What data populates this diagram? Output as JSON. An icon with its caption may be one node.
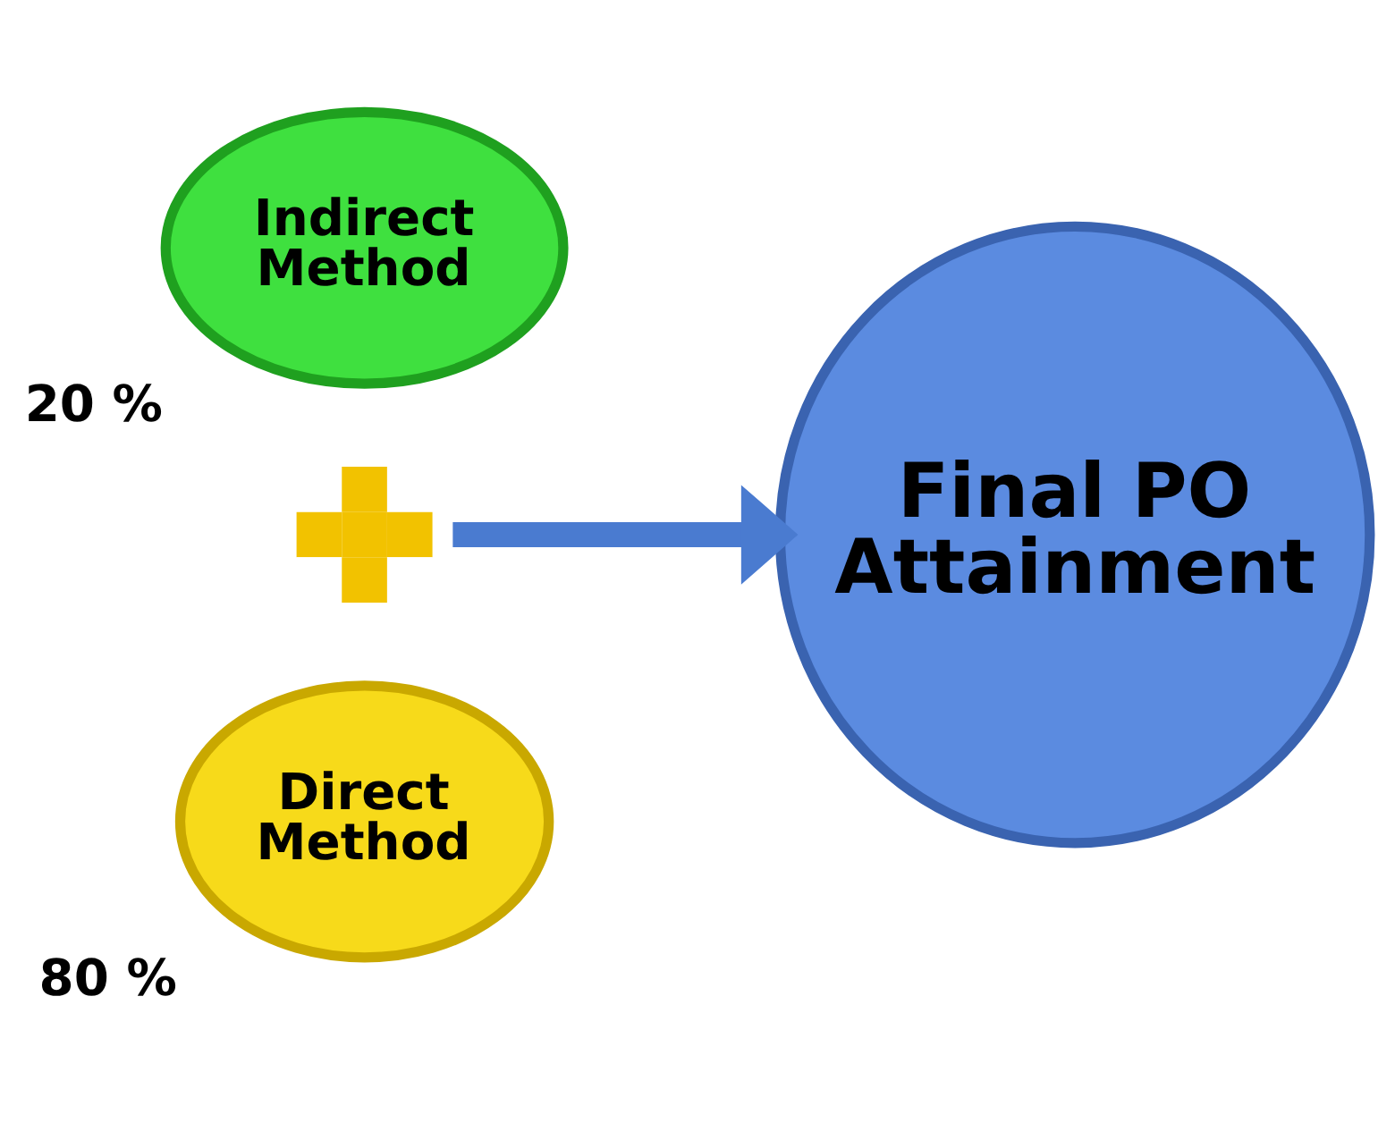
{
  "diagram": {
    "nodes": [
      {
        "text": [
          "Direct Method"
        ],
        "beside": [
          "80 %"
        ]
      },
      {
        "text": [],
        "shape": "plus"
      },
      {
        "text": [
          "Indirect Method"
        ],
        "beside": [
          "20 %"
        ]
      },
      {
        "text": [
          "Final PO Attainment"
        ]
      }
    ],
    "edges": [
      {
        "from": 1,
        "to": 3,
        "arrow": "to"
      }
    ]
  }
}
